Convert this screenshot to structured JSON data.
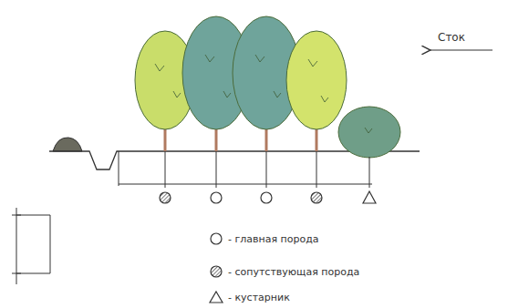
{
  "diagram": {
    "labels": [
      "Сток"
    ],
    "legend": [
      {
        "text": "- главная порода"
      },
      {
        "text": "- сопутствующая порода"
      },
      {
        "text": "- кустарник"
      }
    ]
  }
}
